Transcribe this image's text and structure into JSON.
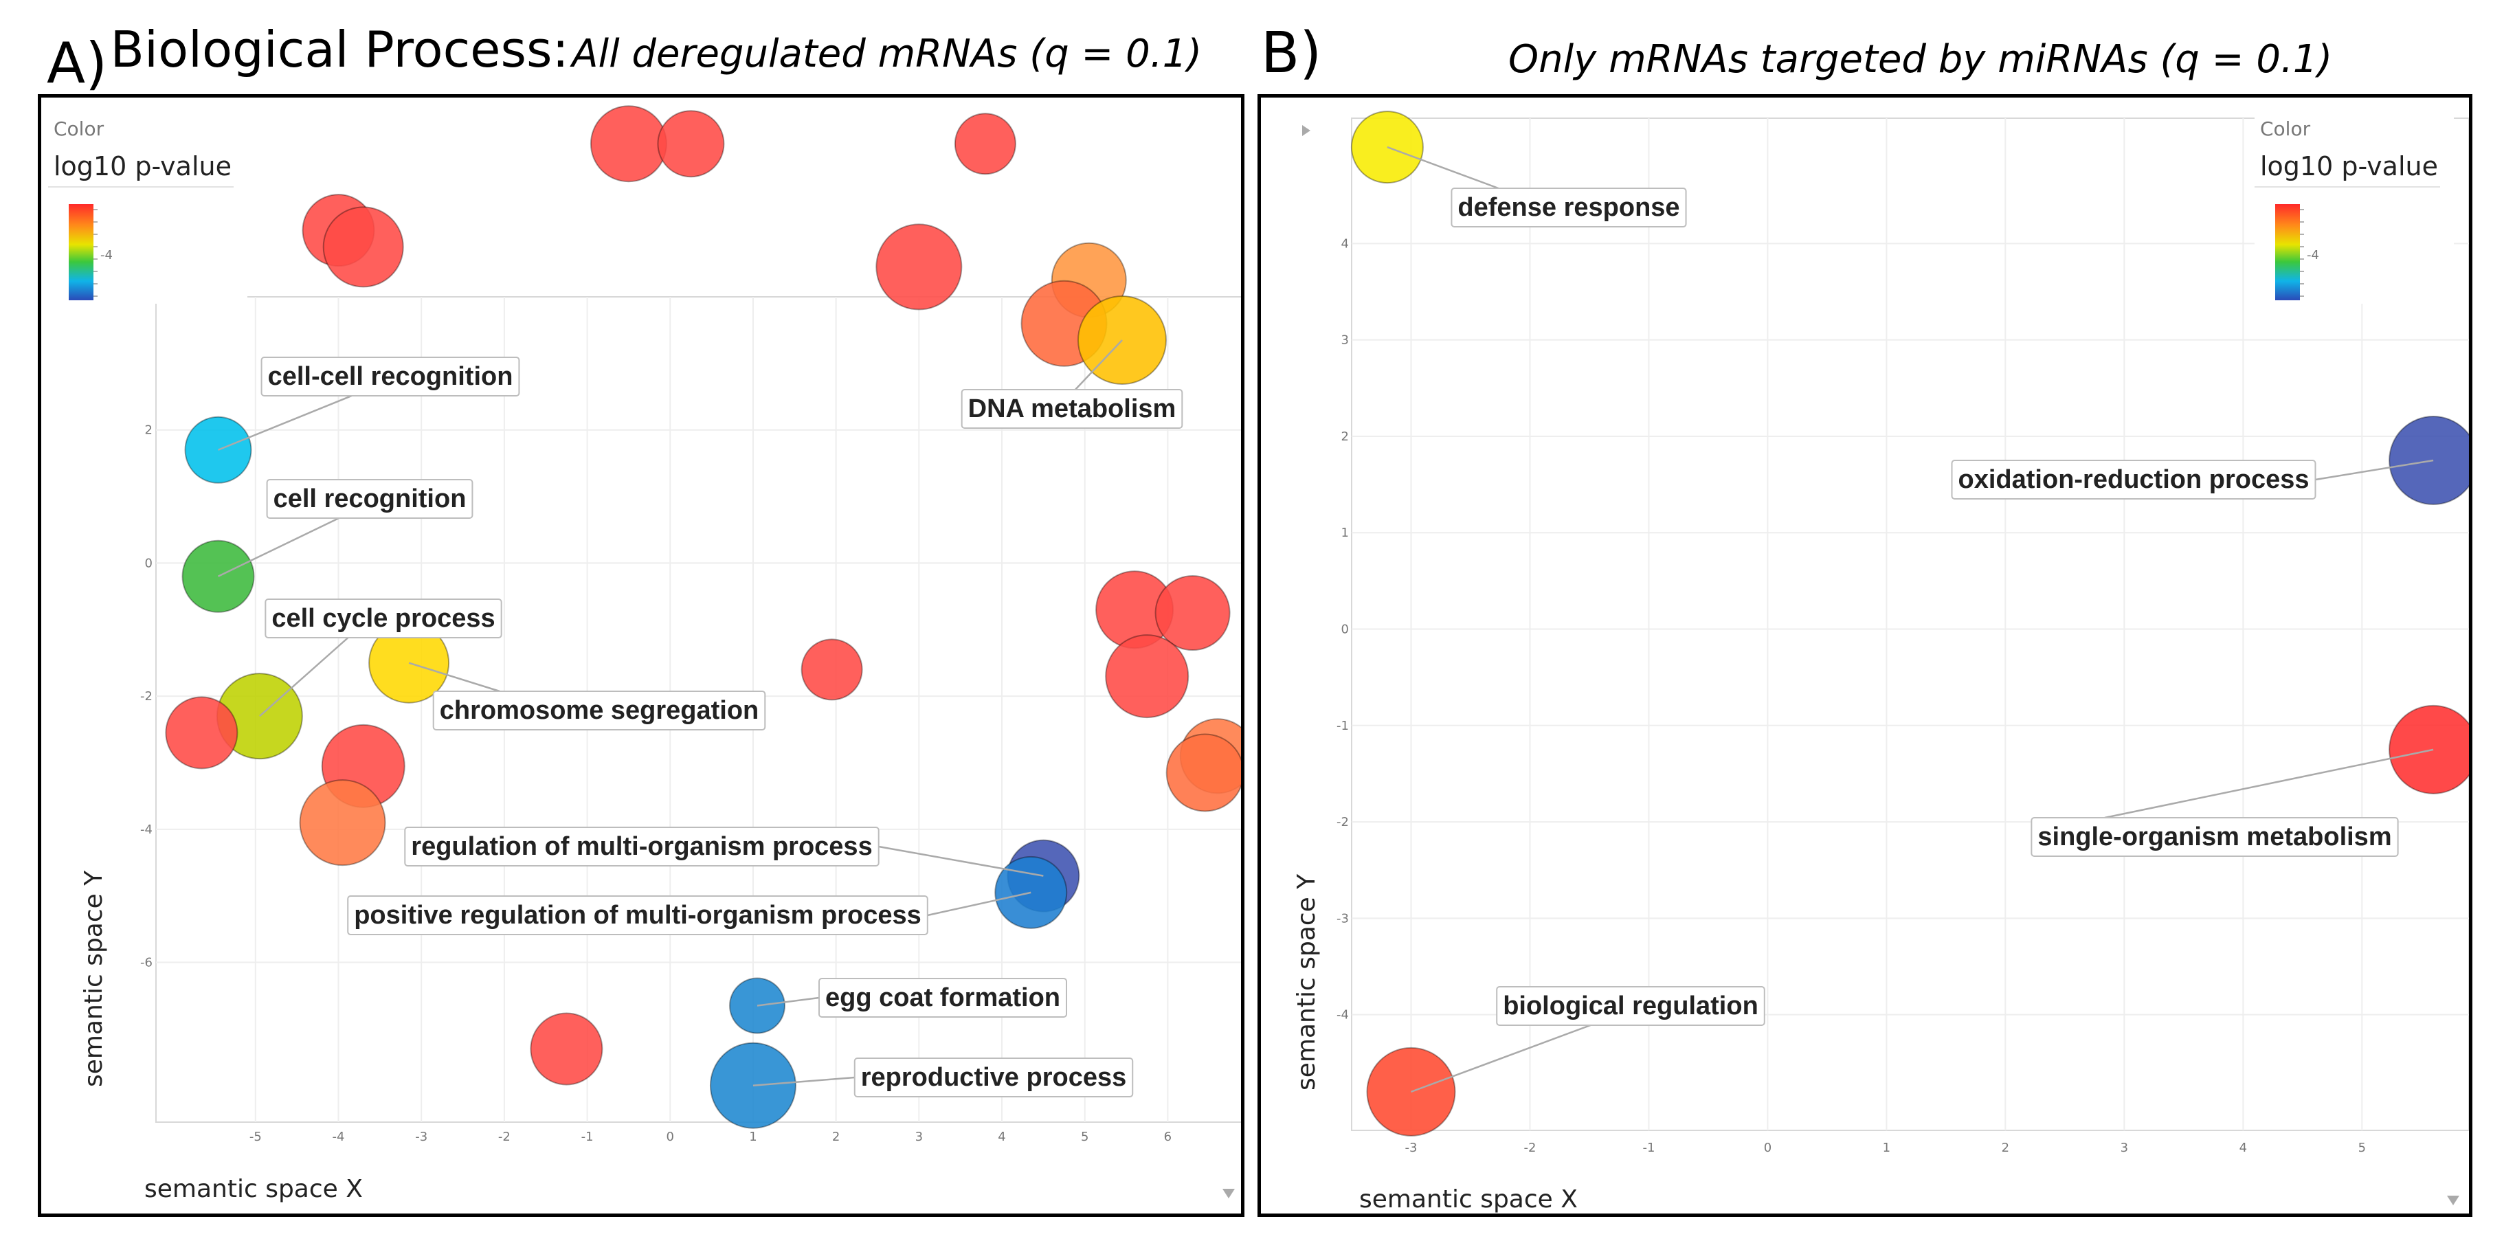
{
  "headings": {
    "a_letter": "A)",
    "a_main": "Biological Process:",
    "a_sub": "All deregulated mRNAs (q = 0.1)",
    "b_letter": "B)",
    "b_sub": "Only mRNAs targeted by miRNAs (q = 0.1)"
  },
  "chart_data": [
    {
      "type": "scatter",
      "xlabel": "semantic space X",
      "ylabel": "semantic space Y",
      "xlim": [
        -6.2,
        6.9
      ],
      "ylim": [
        -8.4,
        4.0
      ],
      "xticks": [
        -5,
        -4,
        -3,
        -2,
        -1,
        0,
        1,
        2,
        3,
        4,
        5,
        6
      ],
      "yticks": [
        -6,
        -4,
        -2,
        0,
        2
      ],
      "legend": {
        "label": "Color",
        "title": "log10 p-value",
        "tick": "-4",
        "placement": "top-left"
      },
      "points": [
        {
          "x": -0.5,
          "y": 6.3,
          "r": 55,
          "color": "#ff4a46",
          "label": ""
        },
        {
          "x": 0.25,
          "y": 6.3,
          "r": 48,
          "color": "#ff4a46",
          "label": ""
        },
        {
          "x": 3.8,
          "y": 6.3,
          "r": 44,
          "color": "#ff4a46",
          "label": ""
        },
        {
          "x": -4.0,
          "y": 5.0,
          "r": 52,
          "color": "#ff4a46",
          "label": ""
        },
        {
          "x": -3.7,
          "y": 4.75,
          "r": 58,
          "color": "#ff4a46",
          "label": ""
        },
        {
          "x": 3.0,
          "y": 4.45,
          "r": 62,
          "color": "#ff4a46",
          "label": ""
        },
        {
          "x": 5.05,
          "y": 4.25,
          "r": 54,
          "color": "#ff9640",
          "label": ""
        },
        {
          "x": 4.75,
          "y": 3.6,
          "r": 62,
          "color": "#ff6a3c",
          "label": ""
        },
        {
          "x": 5.45,
          "y": 3.35,
          "r": 64,
          "color": "#ffc000",
          "label": "DNA metabolism"
        },
        {
          "x": -5.45,
          "y": 1.7,
          "r": 48,
          "color": "#00c0ec",
          "label": "cell-cell recognition"
        },
        {
          "x": -5.45,
          "y": -0.2,
          "r": 52,
          "color": "#3cb93c",
          "label": "cell recognition"
        },
        {
          "x": -3.15,
          "y": -1.5,
          "r": 58,
          "color": "#ffd800",
          "label": "chromosome segregation"
        },
        {
          "x": -4.95,
          "y": -2.3,
          "r": 62,
          "color": "#bed200",
          "label": "cell cycle process"
        },
        {
          "x": -5.65,
          "y": -2.55,
          "r": 52,
          "color": "#ff4a46",
          "label": ""
        },
        {
          "x": -3.7,
          "y": -3.05,
          "r": 60,
          "color": "#ff4a46",
          "label": ""
        },
        {
          "x": -3.95,
          "y": -3.9,
          "r": 62,
          "color": "#ff7a44",
          "label": ""
        },
        {
          "x": 1.95,
          "y": -1.6,
          "r": 44,
          "color": "#ff4a46",
          "label": ""
        },
        {
          "x": 5.6,
          "y": -0.7,
          "r": 56,
          "color": "#ff4a46",
          "label": ""
        },
        {
          "x": 6.3,
          "y": -0.75,
          "r": 54,
          "color": "#ff4a46",
          "label": ""
        },
        {
          "x": 5.75,
          "y": -1.7,
          "r": 60,
          "color": "#ff4a46",
          "label": ""
        },
        {
          "x": 6.6,
          "y": -2.9,
          "r": 54,
          "color": "#ff7a44",
          "label": ""
        },
        {
          "x": 6.45,
          "y": -3.15,
          "r": 56,
          "color": "#ff7040",
          "label": ""
        },
        {
          "x": 4.5,
          "y": -4.7,
          "r": 52,
          "color": "#3e52b0",
          "label": "regulation of multi-organism process"
        },
        {
          "x": 4.35,
          "y": -4.95,
          "r": 52,
          "color": "#1e7ed0",
          "label": "positive regulation of multi-organism process"
        },
        {
          "x": 1.05,
          "y": -6.65,
          "r": 40,
          "color": "#1e88d0",
          "label": "egg coat formation"
        },
        {
          "x": 1.0,
          "y": -7.85,
          "r": 62,
          "color": "#1e88d0",
          "label": "reproductive process"
        },
        {
          "x": -1.25,
          "y": -7.3,
          "r": 52,
          "color": "#ff4a46",
          "label": ""
        }
      ]
    },
    {
      "type": "scatter",
      "xlabel": "semantic space X",
      "ylabel": "semantic space Y",
      "xlim": [
        -3.5,
        5.9
      ],
      "ylim": [
        -5.2,
        5.3
      ],
      "xticks": [
        -3,
        -2,
        -1,
        0,
        1,
        2,
        3,
        4,
        5
      ],
      "yticks": [
        -4,
        -3,
        -2,
        -1,
        0,
        1,
        2,
        3,
        4
      ],
      "legend": {
        "label": "Color",
        "title": "log10 p-value",
        "tick": "-4",
        "placement": "top-right"
      },
      "points": [
        {
          "x": -3.2,
          "y": 5.0,
          "r": 52,
          "color": "#f8ec00",
          "label": "defense response"
        },
        {
          "x": 5.6,
          "y": 1.75,
          "r": 64,
          "color": "#3e52b0",
          "label": "oxidation-reduction process"
        },
        {
          "x": 5.6,
          "y": -1.25,
          "r": 64,
          "color": "#ff3030",
          "label": "single-organism metabolism"
        },
        {
          "x": -3.0,
          "y": -4.8,
          "r": 64,
          "color": "#ff4a30",
          "label": "biological regulation"
        }
      ]
    }
  ]
}
